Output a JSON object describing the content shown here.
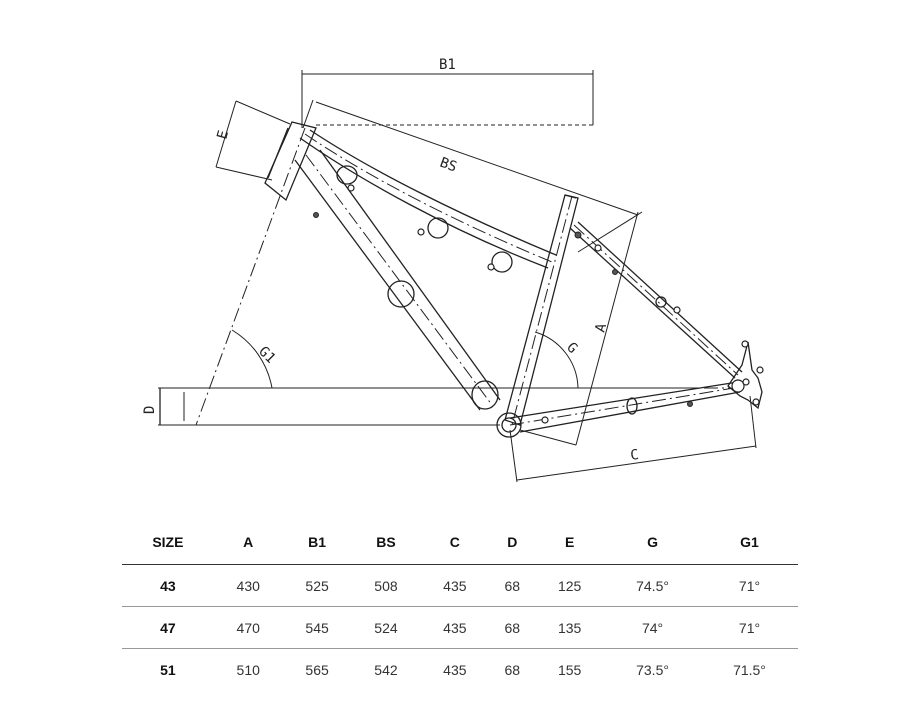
{
  "diagram": {
    "labels": {
      "b1": "B1",
      "bs": "BS",
      "e": "E",
      "g1": "G1",
      "g": "G",
      "a": "A",
      "d": "D",
      "c": "C"
    }
  },
  "table": {
    "headers": [
      "SIZE",
      "A",
      "B1",
      "BS",
      "C",
      "D",
      "E",
      "G",
      "G1"
    ],
    "rows": [
      [
        "43",
        "430",
        "525",
        "508",
        "435",
        "68",
        "125",
        "74.5°",
        "71°"
      ],
      [
        "47",
        "470",
        "545",
        "524",
        "435",
        "68",
        "135",
        "74°",
        "71°"
      ],
      [
        "51",
        "510",
        "565",
        "542",
        "435",
        "68",
        "155",
        "73.5°",
        "71.5°"
      ]
    ]
  }
}
